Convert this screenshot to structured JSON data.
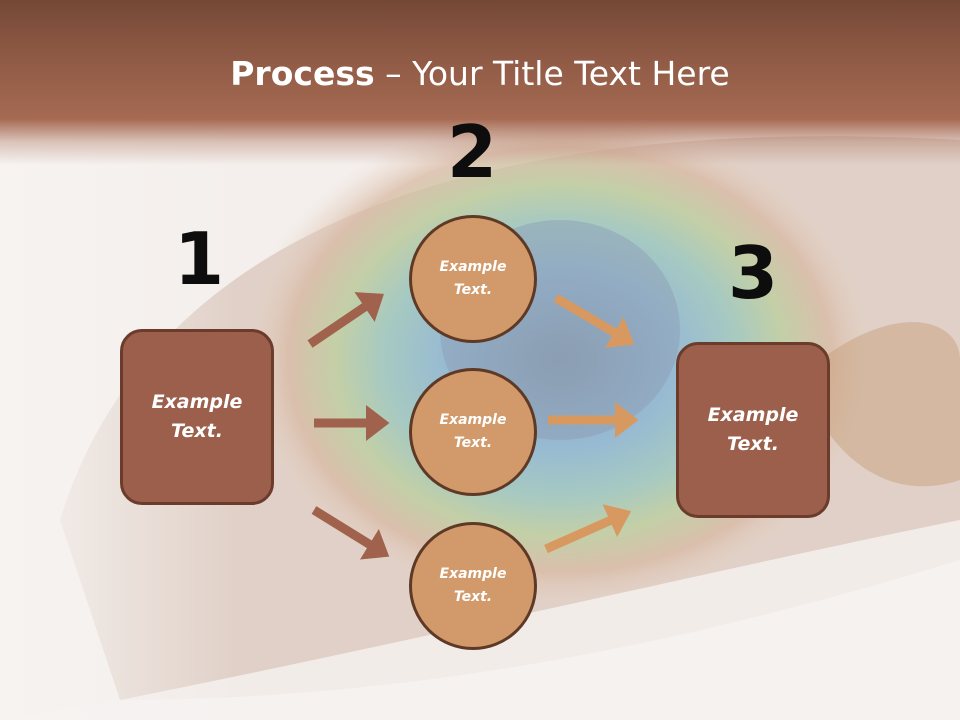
{
  "slide": {
    "title_bold": "Process",
    "title_rest": " – Your Title Text Here"
  },
  "numbers": {
    "one": "1",
    "two": "2",
    "three": "3"
  },
  "left_box": {
    "line1": "Example",
    "line2": "Text."
  },
  "circles": [
    {
      "line1": "Example",
      "line2": "Text."
    },
    {
      "line1": "Example",
      "line2": "Text."
    },
    {
      "line1": "Example",
      "line2": "Text."
    }
  ],
  "right_box": {
    "line1": "Example",
    "line2": "Text."
  },
  "colors": {
    "header": "#9b5f4c",
    "box_fill": "#9b5f4c",
    "circle_fill": "#d29a6a",
    "arrow_dark": "#a0624c",
    "arrow_light": "#d7995f"
  },
  "icons": {
    "arrows": "right-arrow-icon",
    "background": "peacock-feather-image"
  }
}
